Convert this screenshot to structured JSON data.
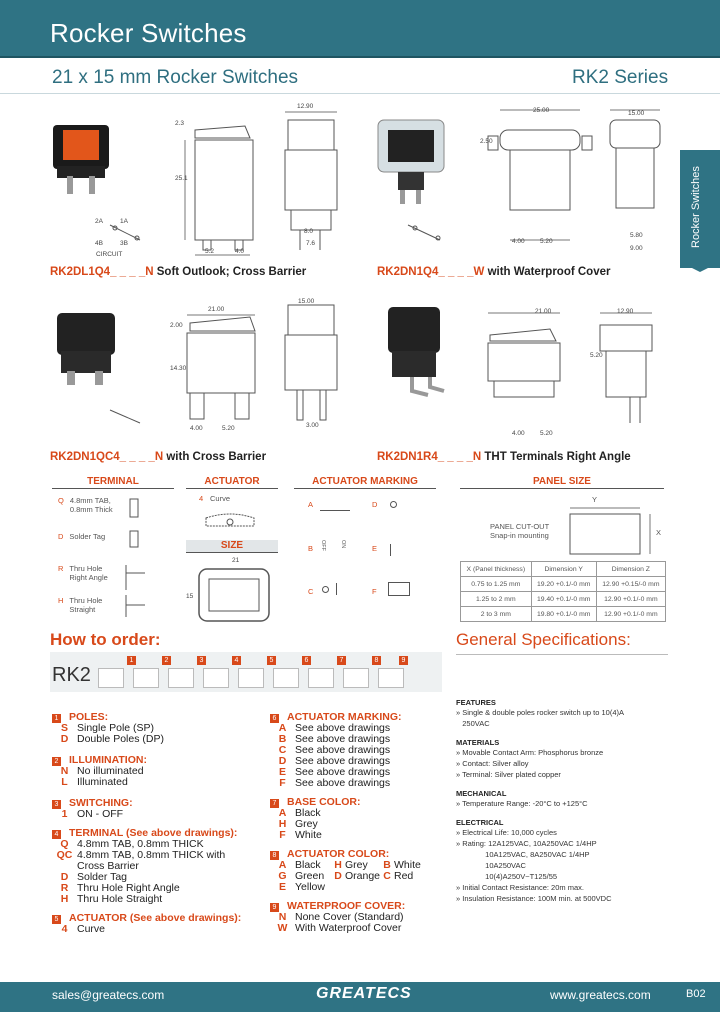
{
  "header": {
    "title": "Rocker Switches",
    "subtitle": "21 x 15 mm Rocker Switches",
    "series": "RK2 Series",
    "side_tab": "Rocker Switches"
  },
  "products": [
    {
      "code": "RK2DL1Q4_ _ _ _N",
      "desc": "Soft Outlook; Cross Barrier"
    },
    {
      "code": "RK2DN1Q4_ _ _ _W",
      "desc": "with Waterproof Cover"
    },
    {
      "code": "RK2DN1QC4_ _ _ _N",
      "desc": "with Cross Barrier"
    },
    {
      "code": "RK2DN1R4_ _ _ _N",
      "desc": "THT Terminals Right Angle"
    }
  ],
  "dims": {
    "p1": [
      "12.90",
      "2.3",
      "25.1",
      "5.2",
      "4.0",
      "8.0",
      "7.6"
    ],
    "p2": [
      "25.00",
      "15.00",
      "2.50",
      "4.00",
      "5.20",
      "9.00",
      "5.80"
    ],
    "p3": [
      "15.00",
      "21.00",
      "2.00",
      "14.30",
      "4.00",
      "5.20",
      "3.00"
    ],
    "p4": [
      "21.00",
      "12.90",
      "5.20",
      "4.00",
      "5.20"
    ],
    "circuit": {
      "a2": "2A",
      "a1": "1A",
      "b4": "4B",
      "b3": "3B",
      "label": "CIRCUIT"
    }
  },
  "terminal": {
    "title": "TERMINAL",
    "items": [
      {
        "code": "Q",
        "label": "4.8mm TAB,\n0.8mm Thick"
      },
      {
        "code": "D",
        "label": "Solder Tag"
      },
      {
        "code": "R",
        "label": "Thru Hole\nRight Angle"
      },
      {
        "code": "H",
        "label": "Thru Hole\nStraight"
      }
    ]
  },
  "actuator": {
    "title": "ACTUATOR",
    "code": "4",
    "label": "Curve"
  },
  "size": {
    "title": "SIZE",
    "w": "21",
    "h": "15"
  },
  "marking": {
    "title": "ACTUATOR MARKING",
    "codes": [
      "A",
      "D",
      "B",
      "E",
      "C",
      "F"
    ],
    "b_text": "OFF",
    "b_text2": "ON"
  },
  "panel": {
    "title": "PANEL SIZE",
    "y_label": "Y",
    "x_label": "X",
    "cutout": "PANEL CUT-OUT\nSnap-in mounting",
    "headers": [
      "X (Panel thickness)",
      "Dimension Y",
      "Dimension Z"
    ],
    "rows": [
      [
        "0.75 to 1.25 mm",
        "19.20 +0.1/-0 mm",
        "12.90 +0.15/-0 mm"
      ],
      [
        "1.25 to 2 mm",
        "19.40 +0.1/-0 mm",
        "12.90 +0.1/-0 mm"
      ],
      [
        "2 to 3 mm",
        "19.80 +0.1/-0 mm",
        "12.90 +0.1/-0 mm"
      ]
    ]
  },
  "order": {
    "title": "How to order:",
    "prefix": "RK2",
    "slots": [
      "1",
      "2",
      "3",
      "4",
      "5",
      "6",
      "7",
      "8",
      "9"
    ],
    "left": [
      {
        "n": "1",
        "head": "POLES:",
        "rows": [
          [
            "S",
            "Single Pole (SP)"
          ],
          [
            "D",
            "Double Poles (DP)"
          ]
        ]
      },
      {
        "n": "2",
        "head": "ILLUMINATION:",
        "rows": [
          [
            "N",
            "No illuminated"
          ],
          [
            "L",
            "Illuminated"
          ]
        ]
      },
      {
        "n": "3",
        "head": "SWITCHING:",
        "rows": [
          [
            "1",
            "ON - OFF"
          ]
        ]
      },
      {
        "n": "4",
        "head": "TERMINAL (See above drawings):",
        "rows": [
          [
            "Q",
            "4.8mm TAB, 0.8mm THICK"
          ],
          [
            "QC",
            "4.8mm TAB, 0.8mm THICK with"
          ],
          [
            "",
            "Cross Barrier"
          ],
          [
            "D",
            "Solder Tag"
          ],
          [
            "R",
            "Thru Hole Right Angle"
          ],
          [
            "H",
            "Thru Hole Straight"
          ]
        ]
      },
      {
        "n": "5",
        "head": "ACTUATOR (See above drawings):",
        "rows": [
          [
            "4",
            "Curve"
          ]
        ]
      }
    ],
    "right": [
      {
        "n": "6",
        "head": "ACTUATOR MARKING:",
        "rows": [
          [
            "A",
            "See above drawings"
          ],
          [
            "B",
            "See above drawings"
          ],
          [
            "C",
            "See above drawings"
          ],
          [
            "D",
            "See above drawings"
          ],
          [
            "E",
            "See above drawings"
          ],
          [
            "F",
            "See above drawings"
          ]
        ]
      },
      {
        "n": "7",
        "head": "BASE COLOR:",
        "rows": [
          [
            "A",
            "Black"
          ],
          [
            "H",
            "Grey"
          ],
          [
            "F",
            "White"
          ]
        ]
      },
      {
        "n": "8",
        "head": "ACTUATOR COLOR:",
        "pairs": [
          [
            "A",
            "Black",
            "H",
            "Grey",
            "B",
            "White"
          ],
          [
            "G",
            "Green",
            "D",
            "Orange",
            "C",
            "Red"
          ],
          [
            "E",
            "Yellow",
            "",
            "",
            "",
            ""
          ]
        ]
      },
      {
        "n": "9",
        "head": "WATERPROOF COVER:",
        "rows": [
          [
            "N",
            "None Cover (Standard)"
          ],
          [
            "W",
            "With Waterproof Cover"
          ]
        ]
      }
    ]
  },
  "specs": {
    "title": "General Specifications:",
    "sections": [
      {
        "head": "FEATURES",
        "items": [
          "» Single & double poles rocker switch up to 10(4)A",
          "   250VAC"
        ]
      },
      {
        "head": "MATERIALS",
        "items": [
          "» Movable Contact Arm: Phosphorus bronze",
          "» Contact: Silver alloy",
          "» Terminal: Silver plated copper"
        ]
      },
      {
        "head": "MECHANICAL",
        "items": [
          "» Temperature Range: -20°C to +125°C"
        ]
      },
      {
        "head": "ELECTRICAL",
        "items": [
          "» Electrical Life: 10,000 cycles",
          "» Rating: 12A125VAC, 10A250VAC 1/4HP",
          "              10A125VAC, 8A250VAC 1/4HP",
          "              10A250VAC",
          "              10(4)A250V~T125/55",
          "» Initial Contact Resistance: 20m    max.",
          "» Insulation Resistance: 100M    min. at 500VDC"
        ]
      }
    ]
  },
  "footer": {
    "email": "sales@greatecs.com",
    "logo": "GREATECS",
    "web": "www.greatecs.com",
    "page": "B02"
  },
  "colors": {
    "teal": "#2f7384",
    "orange": "#d8491a"
  }
}
